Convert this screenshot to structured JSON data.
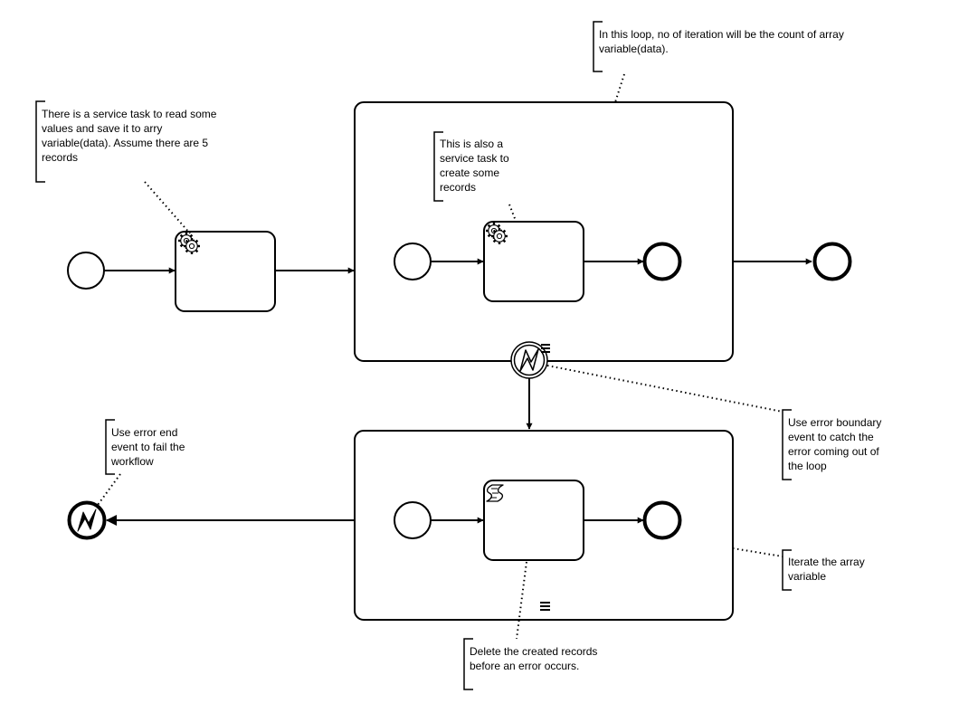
{
  "diagram": {
    "annotations": {
      "service_read": [
        "There is a service task to read some",
        "values and save it to arry",
        "variable(data). Assume there are 5",
        "records"
      ],
      "loop_count": [
        "In this loop, no of iteration will be the count of array",
        "variable(data)."
      ],
      "service_create": [
        "This is also a",
        "service task to",
        "create some",
        "records"
      ],
      "error_boundary": [
        "Use error boundary",
        "event to catch the",
        "error coming out of",
        "the loop"
      ],
      "error_end": [
        "Use error end",
        "event to fail the",
        "workflow"
      ],
      "iterate": [
        "Iterate the array",
        "variable"
      ],
      "delete_records": [
        "Delete the created records",
        "before an error occurs."
      ]
    },
    "icons": {
      "service_task": "gear-icon",
      "script_task": "script-icon",
      "boundary_event": "error-boundary-icon",
      "end_event": "error-end-icon",
      "multi_instance": "sequential-multi-instance-icon"
    },
    "colors": {
      "stroke": "#000000",
      "fill": "#ffffff"
    }
  }
}
